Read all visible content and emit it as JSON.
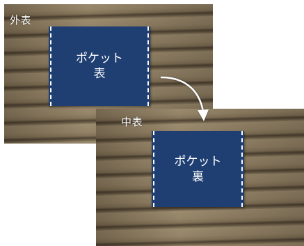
{
  "panels": [
    {
      "label": "外表",
      "pocket_line1": "ポケット",
      "pocket_line2": "表"
    },
    {
      "label": "中表",
      "pocket_line1": "ポケット",
      "pocket_line2": "裏"
    }
  ],
  "colors": {
    "pocket": "#1f3f73",
    "stitch": "#ffffff",
    "arrow": "#ffffff"
  },
  "icons": {
    "arrow": "curved-arrow-icon"
  }
}
